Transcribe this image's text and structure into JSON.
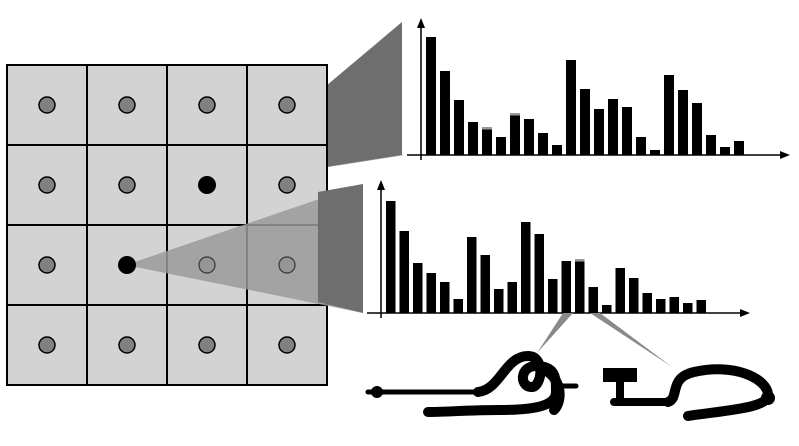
{
  "colors": {
    "background": "#ffffff",
    "cell_fill": "#d3d3d3",
    "cell_border": "#000000",
    "dot_gray": "#808080",
    "dot_selected": "#000000",
    "projection_dark": "#6e6e6e",
    "projection_light": "#9a9a9a",
    "bar": "#000000",
    "bar_highlight": "#9a9a9a",
    "axis": "#000000",
    "stroke": "#000000"
  },
  "grid": {
    "rows": 4,
    "cols": 4,
    "selected_cells": [
      {
        "row": 1,
        "col": 2
      },
      {
        "row": 2,
        "col": 1
      }
    ]
  },
  "histograms": [
    {
      "values": [
        118,
        84,
        55,
        33,
        28,
        18,
        42,
        36,
        22,
        10,
        95,
        66,
        46,
        56,
        48,
        18,
        5,
        80,
        65,
        52,
        20,
        8,
        14
      ],
      "highlighted": [
        4,
        6
      ]
    },
    {
      "values": [
        112,
        82,
        50,
        40,
        31,
        14,
        76,
        58,
        24,
        31,
        91,
        79,
        34,
        52,
        54,
        26,
        8,
        45,
        35,
        20,
        14,
        16,
        10,
        13
      ],
      "highlighted": [
        14
      ]
    }
  ],
  "icons": {
    "left_glyph": "curly-stroke-icon",
    "right_glyph": "hook-stroke-icon"
  }
}
